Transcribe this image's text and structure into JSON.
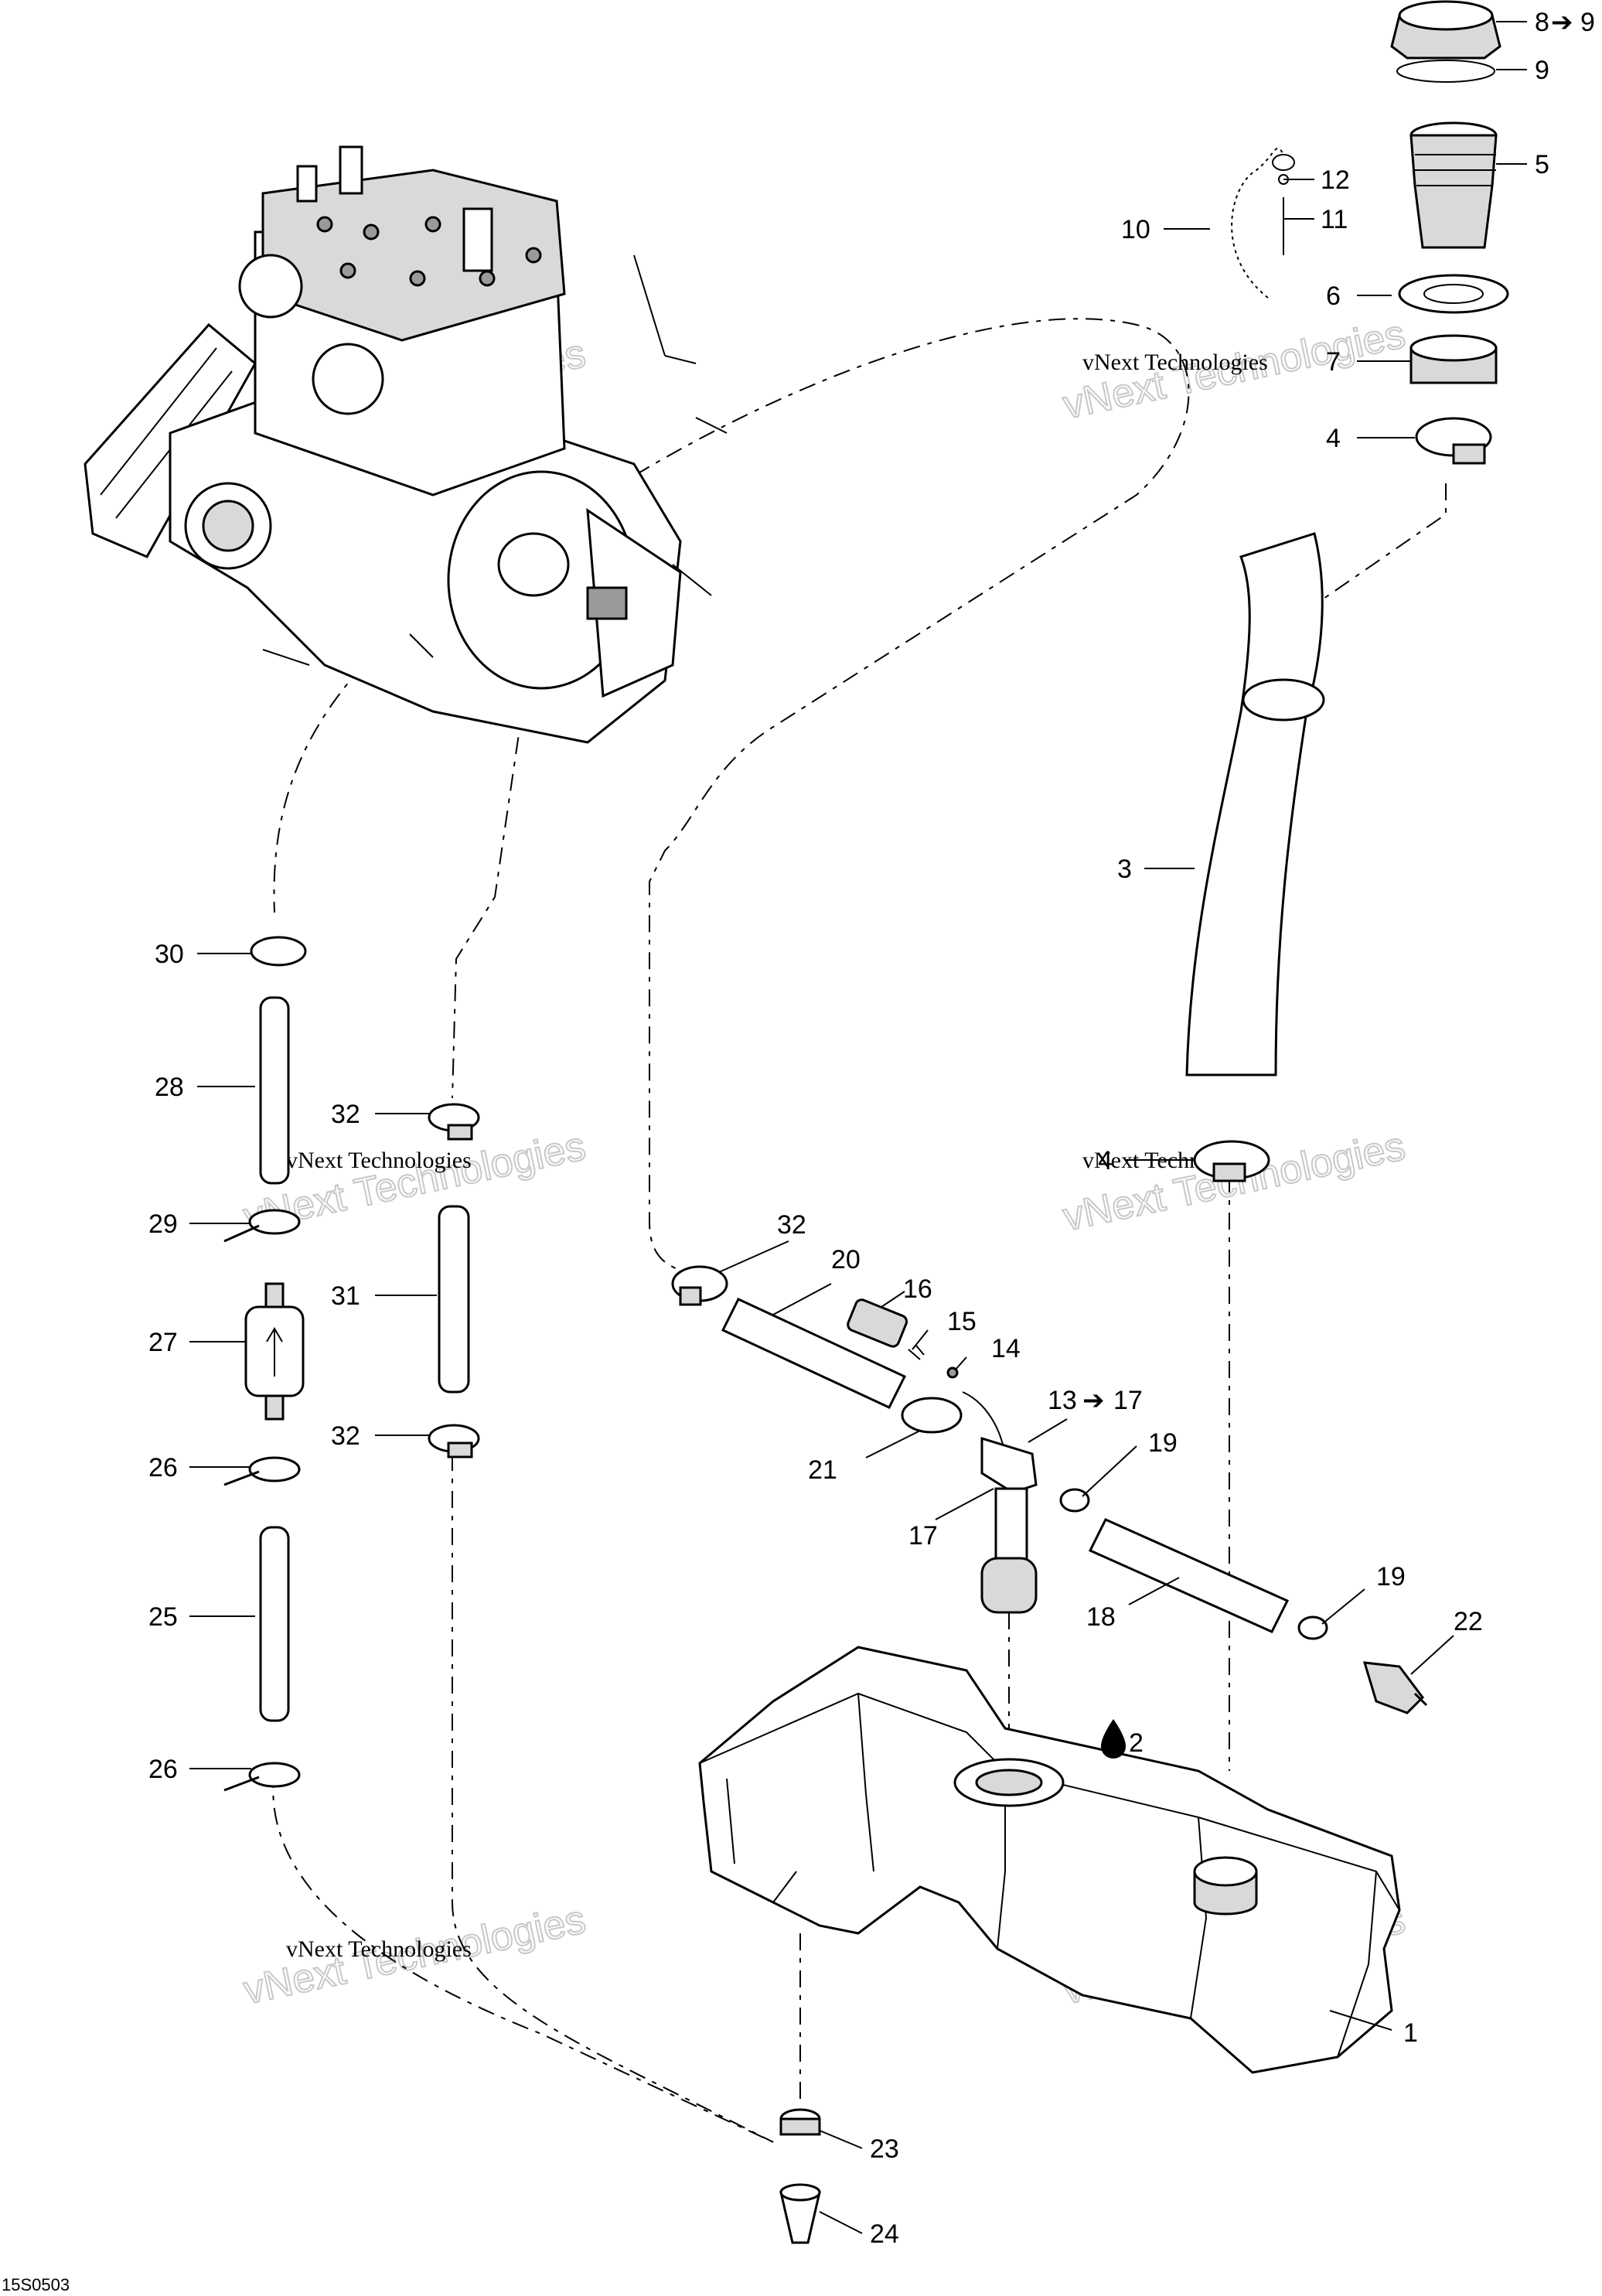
{
  "diagram": {
    "drawing_code": "15S0503",
    "watermark": {
      "line1": "vNext Technologies",
      "line2": "vNext Technologies"
    },
    "callouts": {
      "c1": "1",
      "c2": "2",
      "c3": "3",
      "c4a": "4",
      "c4b": "4",
      "c5": "5",
      "c6": "6",
      "c7": "7",
      "c8": "8",
      "c8_arrow": "➔",
      "c8_end": "9",
      "c9": "9",
      "c10": "10",
      "c11": "11",
      "c12": "12",
      "c13": "13",
      "c13_arrow": "➔",
      "c13_end": "17",
      "c14": "14",
      "c15": "15",
      "c16": "16",
      "c17": "17",
      "c18": "18",
      "c19a": "19",
      "c19b": "19",
      "c20": "20",
      "c21": "21",
      "c22": "22",
      "c23": "23",
      "c24": "24",
      "c25": "25",
      "c26a": "26",
      "c26b": "26",
      "c27": "27",
      "c28": "28",
      "c29": "29",
      "c30": "30",
      "c31": "31",
      "c32a": "32",
      "c32b": "32",
      "c32c": "32"
    }
  }
}
